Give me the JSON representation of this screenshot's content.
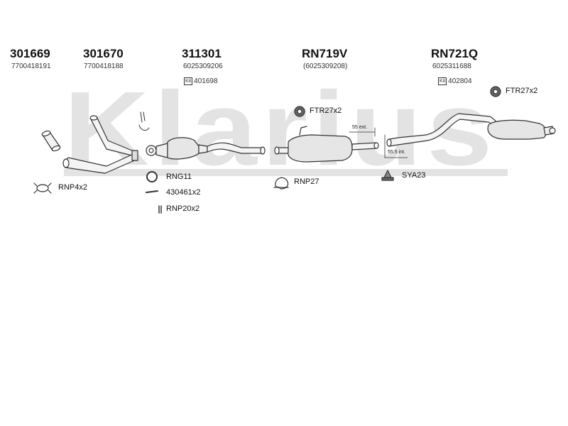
{
  "watermark": "Klarius",
  "parts": [
    {
      "code": "301669",
      "oe": "7700418191"
    },
    {
      "code": "301670",
      "oe": "7700418188"
    },
    {
      "code": "311301",
      "oe": "6025309206",
      "kit": "401698"
    },
    {
      "code": "RN719V",
      "oe": "(6025309208)"
    },
    {
      "code": "RN721Q",
      "oe": "6025311688",
      "kit": "402804"
    }
  ],
  "kit_icon_label": "Kit",
  "accessories": {
    "ftr_mid": "FTR27x2",
    "ftr_right": "FTR27x2",
    "rnp4": "RNP4x2",
    "rng11": "RNG11",
    "bolt": "430461x2",
    "rnp20": "RNP20x2",
    "rnp27": "RNP27",
    "sya23": "SYA23"
  },
  "dimensions": {
    "ext": "55 ext.",
    "int": "55.5 int."
  },
  "colors": {
    "watermark": "#e3e3e3",
    "line": "#333333",
    "fill": "#e6e6e6"
  }
}
